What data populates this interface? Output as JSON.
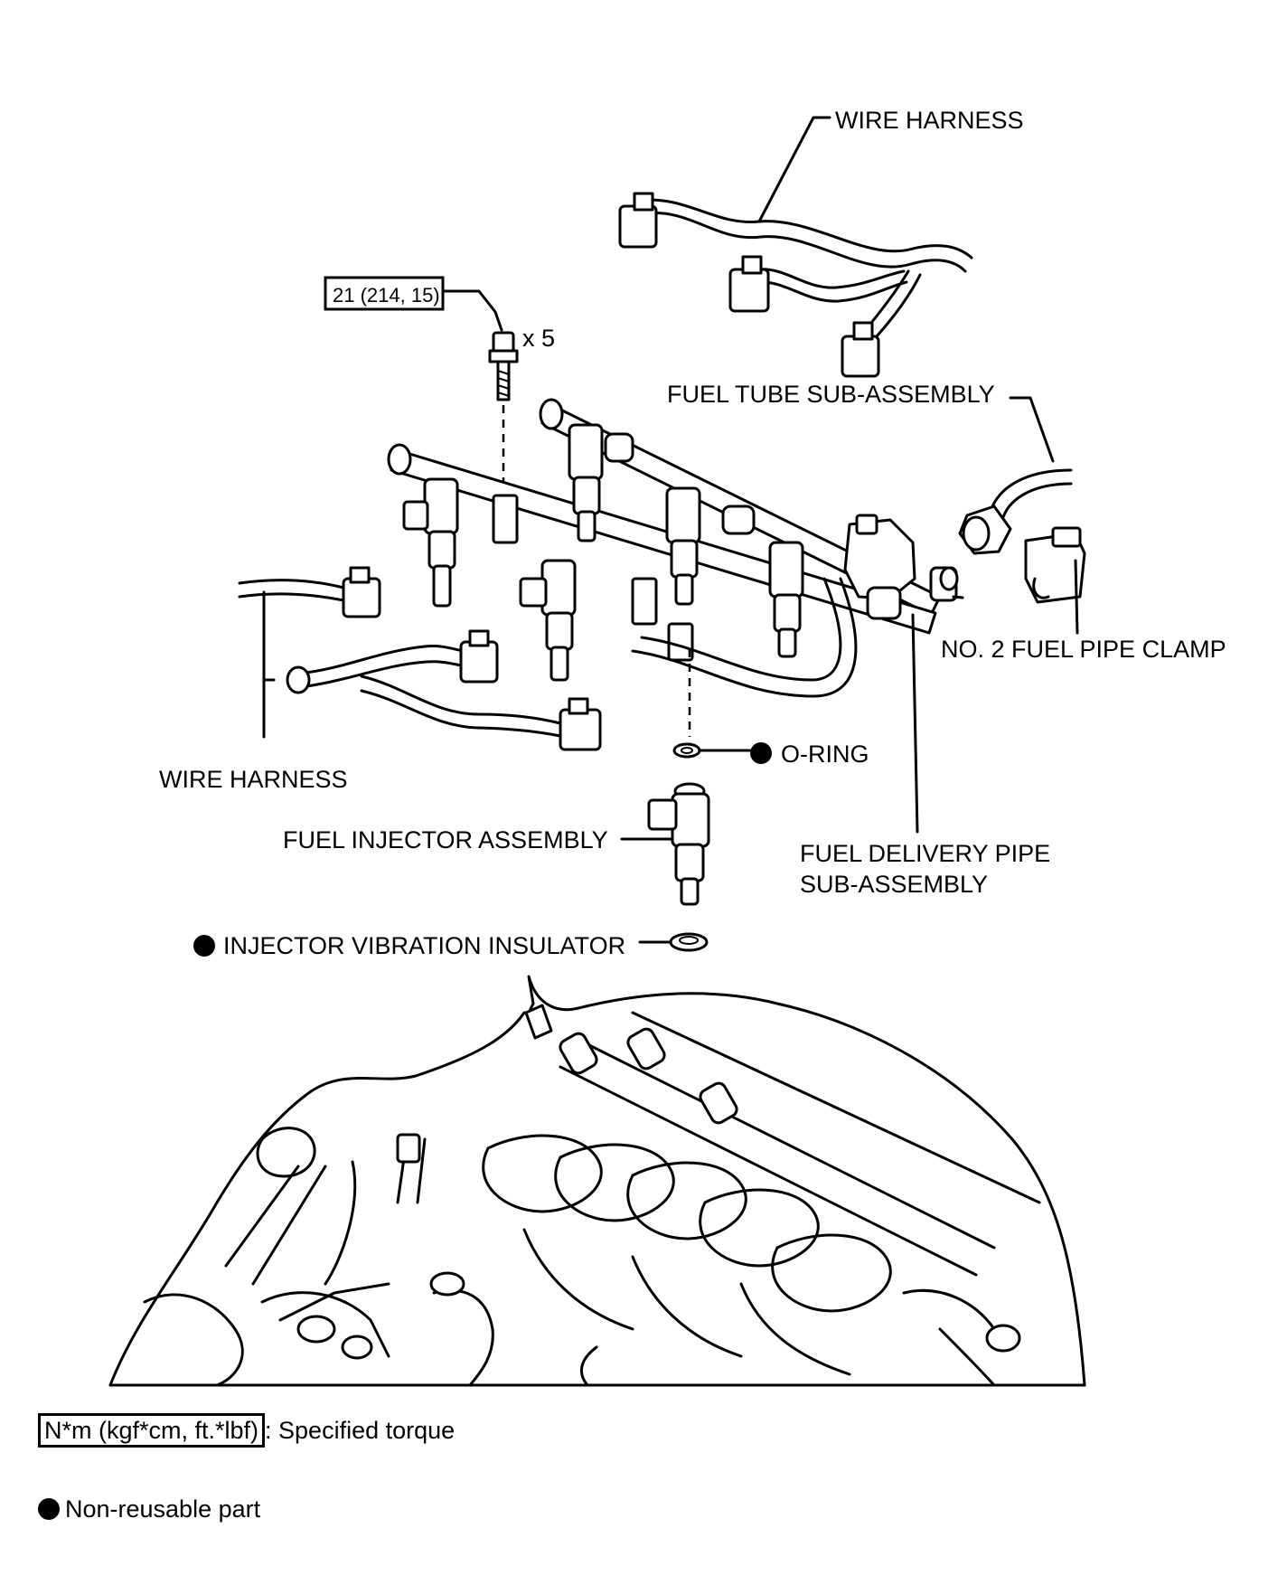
{
  "labels": {
    "wire_harness_top": "WIRE HARNESS",
    "torque_value": "21 (214, 15)",
    "bolt_qty": "x 5",
    "fuel_tube": "FUEL TUBE SUB-ASSEMBLY",
    "fuel_pipe_clamp": "NO. 2 FUEL PIPE CLAMP",
    "o_ring": "O-RING",
    "wire_harness_left": "WIRE HARNESS",
    "fuel_injector": "FUEL INJECTOR ASSEMBLY",
    "fuel_delivery_line1": "FUEL DELIVERY PIPE",
    "fuel_delivery_line2": "SUB-ASSEMBLY",
    "vibration_insulator": "INJECTOR VIBRATION INSULATOR"
  },
  "legend": {
    "torque_unit": "N*m (kgf*cm, ft.*lbf)",
    "torque_desc": ": Specified torque",
    "non_reusable": "Non-reusable part"
  }
}
